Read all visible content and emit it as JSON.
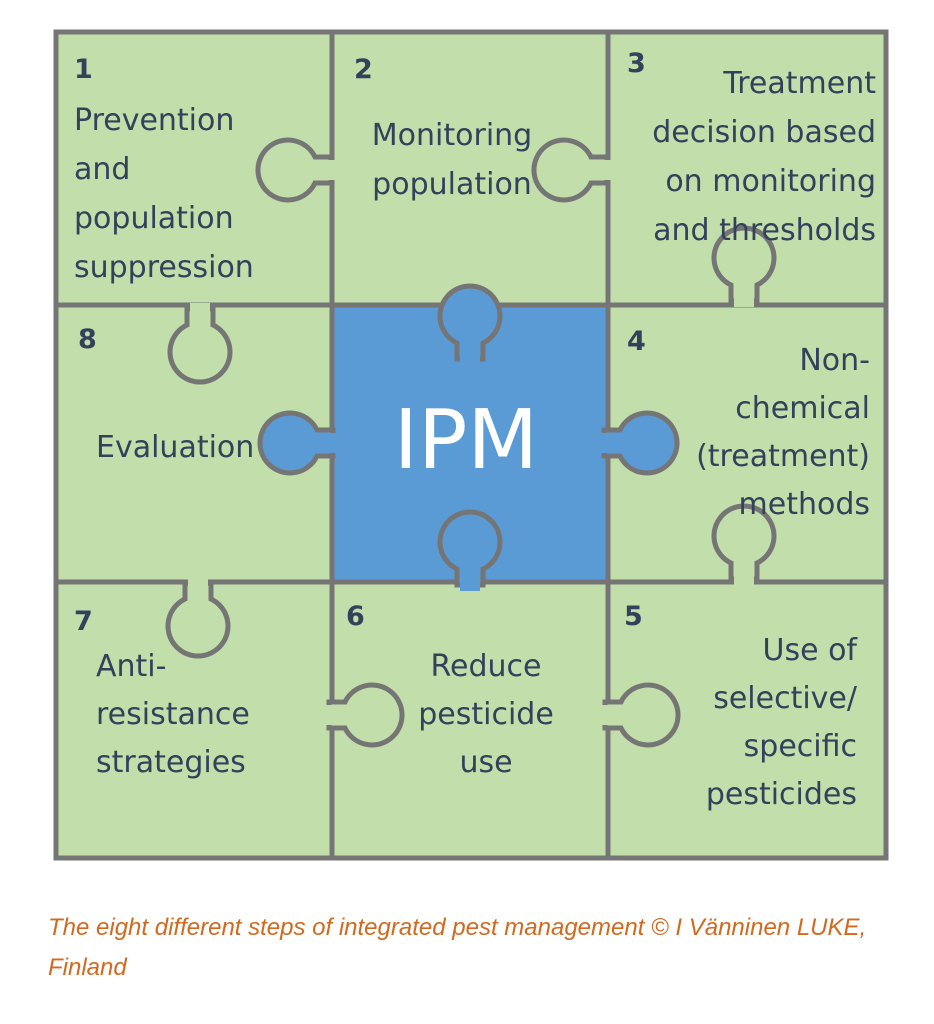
{
  "colors": {
    "tile_fill": "#c2deaa",
    "center_fill": "#5b9bd5",
    "border": "#757575",
    "text": "#33415a",
    "caption": "#d2691e"
  },
  "center": {
    "label": "IPM"
  },
  "tiles": [
    {
      "id": "t1",
      "number": "1",
      "lines": [
        "Prevention",
        "and",
        "population",
        "suppression"
      ]
    },
    {
      "id": "t2",
      "number": "2",
      "lines": [
        "Monitoring",
        "population"
      ]
    },
    {
      "id": "t3",
      "number": "3",
      "lines": [
        "Treatment",
        "decision based",
        "on monitoring",
        "and thresholds"
      ]
    },
    {
      "id": "t4",
      "number": "4",
      "lines": [
        "Non-",
        "chemical",
        "(treatment)",
        "methods"
      ]
    },
    {
      "id": "t5",
      "number": "5",
      "lines": [
        "Use of",
        "selective/",
        "specific",
        "pesticides"
      ]
    },
    {
      "id": "t6",
      "number": "6",
      "lines": [
        "Reduce",
        "pesticide",
        "use"
      ]
    },
    {
      "id": "t7",
      "number": "7",
      "lines": [
        "Anti-",
        "resistance",
        "strategies"
      ]
    },
    {
      "id": "t8",
      "number": "8",
      "lines": [
        "Evaluation"
      ]
    }
  ],
  "caption": "The eight different steps of integrated pest management © I Vänninen LUKE, Finland"
}
